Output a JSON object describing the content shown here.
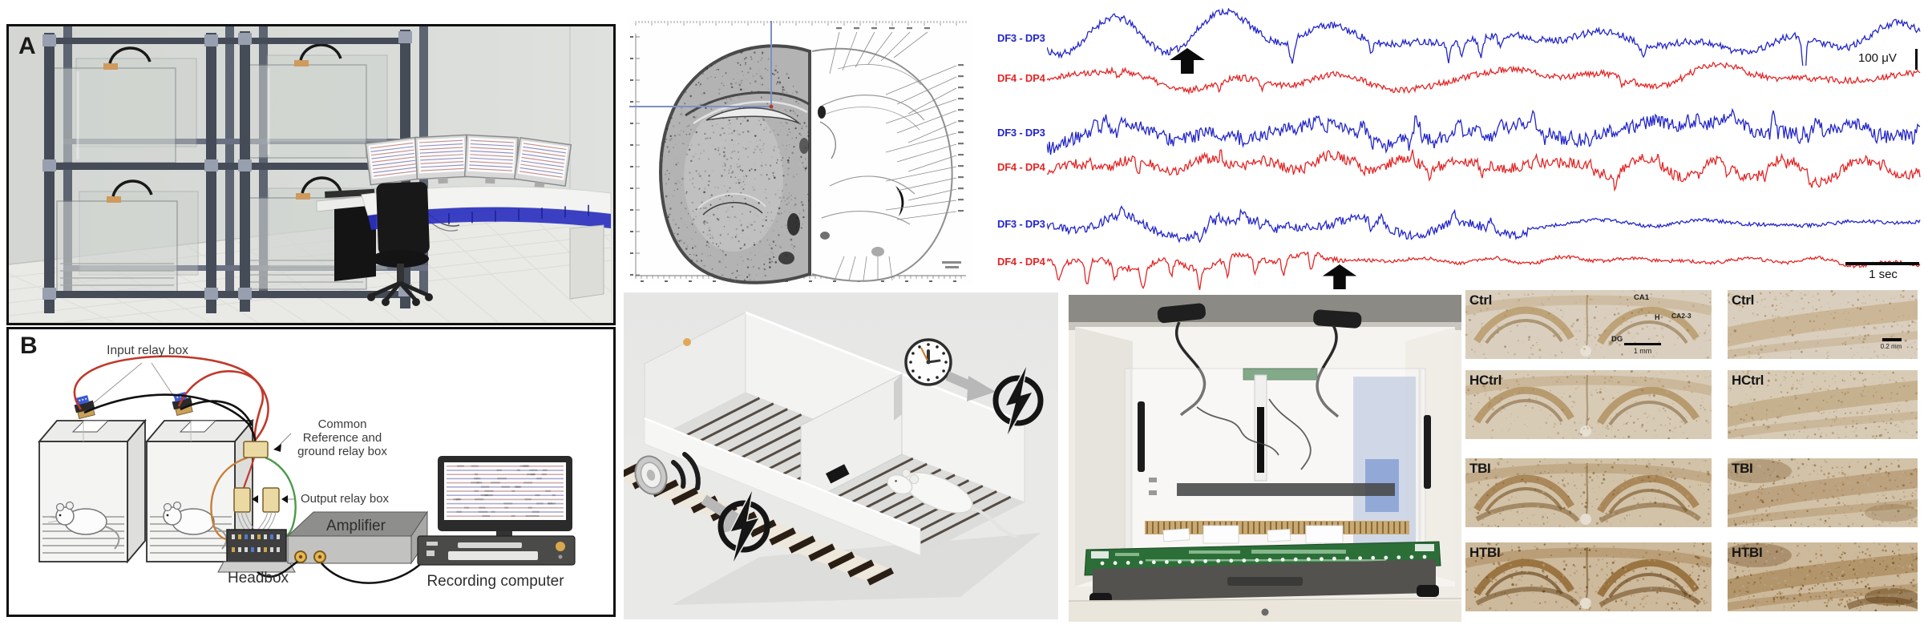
{
  "figure": {
    "panel_a_label": "A",
    "panel_b_label": "B"
  },
  "panel_b": {
    "input_relay": "Input relay box",
    "common_line1": "Common",
    "common_line2": "Reference and",
    "common_line3": "ground relay box",
    "output_relay": "Output relay box",
    "amplifier": "Amplifier",
    "headbox": "Headbox",
    "recording_computer": "Recording computer"
  },
  "eeg": {
    "rows": [
      {
        "label": "DF3 - DP3",
        "color": "#2326c9"
      },
      {
        "label": "DF4 - DP4",
        "color": "#e42525"
      },
      {
        "label": "DF3 - DP3",
        "color": "#2326c9"
      },
      {
        "label": "DF4 - DP4",
        "color": "#e42525"
      },
      {
        "label": "DF3 - DP3",
        "color": "#2326c9"
      },
      {
        "label": "DF4 - DP4",
        "color": "#e42525"
      }
    ],
    "voltage_scale": "100 μV",
    "time_scale": "1 sec"
  },
  "histology": {
    "left_column": [
      "Ctrl",
      "HCtrl",
      "TBI",
      "HTBI"
    ],
    "right_column": [
      "Ctrl",
      "HCtrl",
      "TBI",
      "HTBI"
    ],
    "annotations": {
      "ca1": "CA1",
      "h": "H",
      "ca2_3": "CA2-3",
      "dg": "DG"
    },
    "scale_bar_left": "1 mm",
    "scale_bar_right": "0.2 mm"
  }
}
